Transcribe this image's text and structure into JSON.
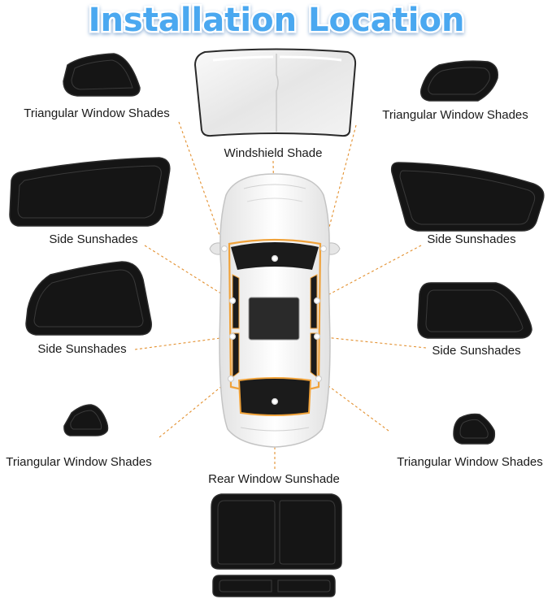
{
  "title": "Installation Location",
  "labels": {
    "tri_top_left": "Triangular Window Shades",
    "tri_top_right": "Triangular Window Shades",
    "windshield": "Windshield Shade",
    "side_front_left": "Side Sunshades",
    "side_front_right": "Side Sunshades",
    "side_rear_left": "Side Sunshades",
    "side_rear_right": "Side Sunshades",
    "tri_bottom_left": "Triangular Window Shades",
    "tri_bottom_right": "Triangular Window Shades",
    "rear_window": "Rear Window Sunshade"
  },
  "colors": {
    "title": "#4aa8f0",
    "shade": "#151515",
    "leader": "#e3902f",
    "highlight": "#f0a23a"
  }
}
